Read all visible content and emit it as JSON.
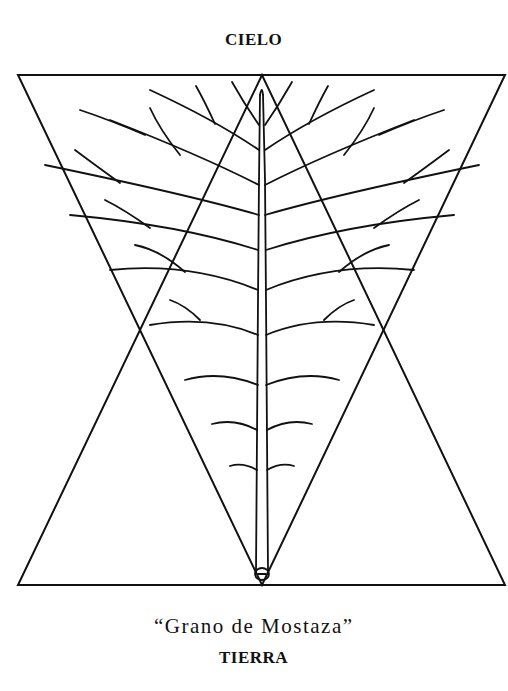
{
  "diagram": {
    "caption": "“Grano de Mostaza”",
    "labels": [
      "CIELO",
      "TIERRA"
    ]
  }
}
